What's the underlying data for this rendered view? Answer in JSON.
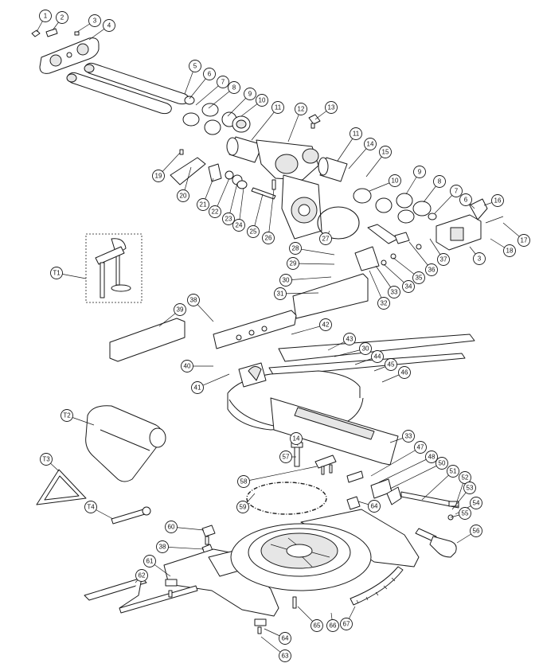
{
  "callouts": [
    {
      "label": "1"
    },
    {
      "label": "2"
    },
    {
      "label": "3"
    },
    {
      "label": "4"
    },
    {
      "label": "5"
    },
    {
      "label": "6"
    },
    {
      "label": "7"
    },
    {
      "label": "8"
    },
    {
      "label": "9"
    },
    {
      "label": "10"
    },
    {
      "label": "11"
    },
    {
      "label": "12"
    },
    {
      "label": "13"
    },
    {
      "label": "11"
    },
    {
      "label": "14"
    },
    {
      "label": "15"
    },
    {
      "label": "10"
    },
    {
      "label": "9"
    },
    {
      "label": "8"
    },
    {
      "label": "7"
    },
    {
      "label": "6"
    },
    {
      "label": "16"
    },
    {
      "label": "17"
    },
    {
      "label": "18"
    },
    {
      "label": "3"
    },
    {
      "label": "37"
    },
    {
      "label": "36"
    },
    {
      "label": "35"
    },
    {
      "label": "34"
    },
    {
      "label": "33"
    },
    {
      "label": "32"
    },
    {
      "label": "19"
    },
    {
      "label": "20"
    },
    {
      "label": "21"
    },
    {
      "label": "22"
    },
    {
      "label": "23"
    },
    {
      "label": "24"
    },
    {
      "label": "25"
    },
    {
      "label": "26"
    },
    {
      "label": "27"
    },
    {
      "label": "28"
    },
    {
      "label": "29"
    },
    {
      "label": "30"
    },
    {
      "label": "31"
    },
    {
      "label": "T1"
    },
    {
      "label": "39"
    },
    {
      "label": "38"
    },
    {
      "label": "42"
    },
    {
      "label": "43"
    },
    {
      "label": "30"
    },
    {
      "label": "44"
    },
    {
      "label": "45"
    },
    {
      "label": "46"
    },
    {
      "label": "40"
    },
    {
      "label": "41"
    },
    {
      "label": "T2"
    },
    {
      "label": "T3"
    },
    {
      "label": "T4"
    },
    {
      "label": "14"
    },
    {
      "label": "57"
    },
    {
      "label": "58"
    },
    {
      "label": "33"
    },
    {
      "label": "47"
    },
    {
      "label": "48"
    },
    {
      "label": "50"
    },
    {
      "label": "51"
    },
    {
      "label": "52"
    },
    {
      "label": "53"
    },
    {
      "label": "54"
    },
    {
      "label": "55"
    },
    {
      "label": "56"
    },
    {
      "label": "59"
    },
    {
      "label": "64"
    },
    {
      "label": "60"
    },
    {
      "label": "38"
    },
    {
      "label": "61"
    },
    {
      "label": "62"
    },
    {
      "label": "65"
    },
    {
      "label": "66"
    },
    {
      "label": "67"
    },
    {
      "label": "64"
    },
    {
      "label": "63"
    }
  ]
}
